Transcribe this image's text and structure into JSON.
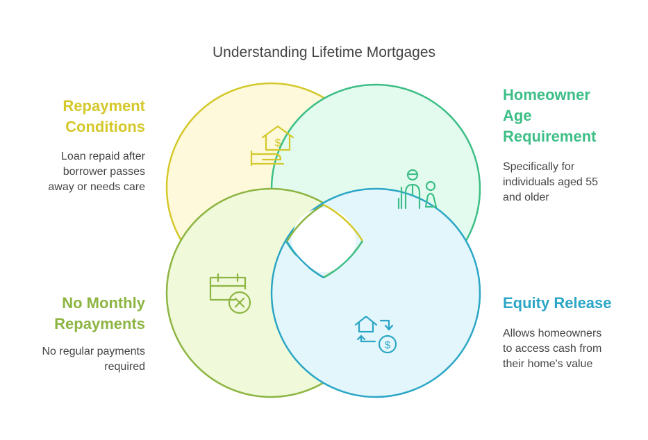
{
  "title": "Understanding Lifetime Mortgages",
  "colors": {
    "repayment": "#D4C82A",
    "repayment_fill": "#FDF9DA",
    "homeowner": "#3DBE86",
    "homeowner_fill": "#E2FBEE",
    "no_monthly": "#8DB543",
    "no_monthly_fill": "#F0F9D9",
    "equity": "#2BA6C6",
    "equity_fill": "#E3F6FB"
  },
  "sections": {
    "repayment": {
      "heading_line1": "Repayment",
      "heading_line2": "Conditions",
      "desc_line1": "Loan repaid after",
      "desc_line2": "borrower passes",
      "desc_line3": "away or needs care",
      "icon": "house-dollar-hand-icon"
    },
    "homeowner": {
      "heading_line1": "Homeowner",
      "heading_line2": "Age",
      "heading_line3": "Requirement",
      "desc_line1": "Specifically for",
      "desc_line2": "individuals aged 55",
      "desc_line3": "and older",
      "icon": "elderly-people-icon"
    },
    "no_monthly": {
      "heading_line1": "No Monthly",
      "heading_line2": "Repayments",
      "desc_line1": "No regular payments",
      "desc_line2": "required",
      "icon": "calendar-cancel-icon"
    },
    "equity": {
      "heading_line1": "Equity Release",
      "desc_line1": "Allows homeowners",
      "desc_line2": "to access cash from",
      "desc_line3": "their home's value",
      "icon": "house-cash-exchange-icon"
    }
  }
}
